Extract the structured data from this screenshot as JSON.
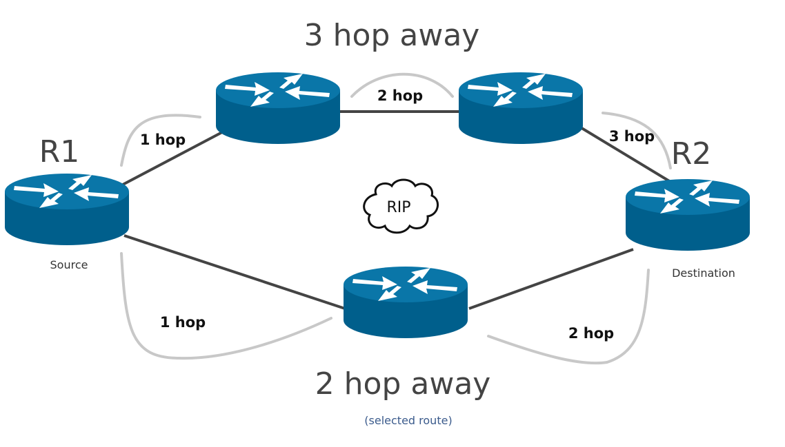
{
  "titles": {
    "top": "3  hop away",
    "bottom": "2  hop away",
    "bottom_note": "(selected route)"
  },
  "routers": {
    "r1": {
      "name": "R1",
      "role": "Source"
    },
    "r2": {
      "name": "R2",
      "role": "Destination"
    }
  },
  "hops": {
    "r1_top": "1 hop",
    "top_mid": "2 hop",
    "top_r2": "3 hop",
    "r1_bottom": "1 hop",
    "bottom_r2": "2 hop"
  },
  "protocol": "RIP",
  "colors": {
    "router_body": "#005f8c",
    "router_top": "#0a76a8",
    "link": "#444444",
    "arc": "#c8c8c8",
    "note": "#3b5b8c"
  }
}
